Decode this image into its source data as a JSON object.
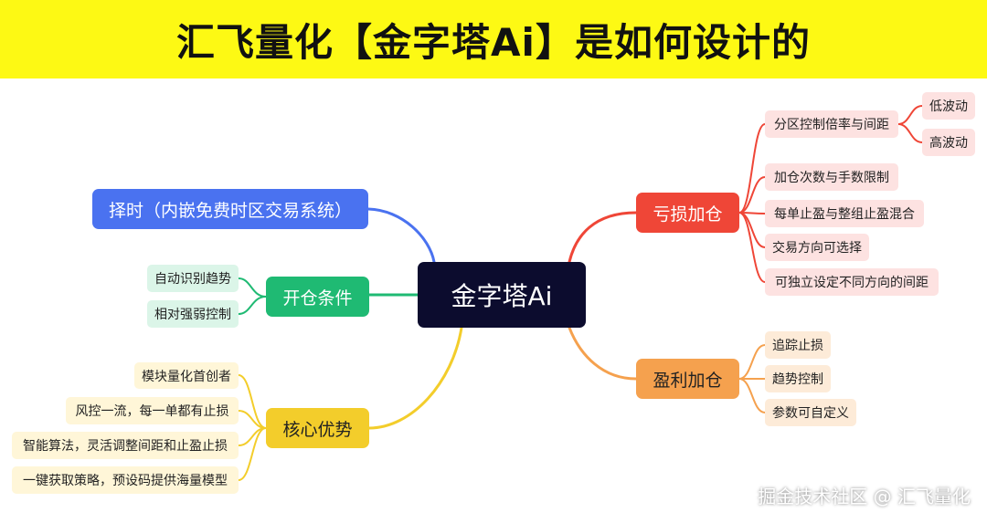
{
  "title": "汇飞量化【金字塔Ai】是如何设计的",
  "center": "金字塔Ai",
  "branches": {
    "timing": {
      "label": "择时（内嵌免费时区交易系统）"
    },
    "open": {
      "label": "开仓条件",
      "children": [
        "自动识别趋势",
        "相对强弱控制"
      ]
    },
    "core": {
      "label": "核心优势",
      "children": [
        "模块量化首创者",
        "风控一流，每一单都有止损",
        "智能算法，灵活调整间距和止盈止损",
        "一键获取策略，预设码提供海量模型"
      ]
    },
    "loss": {
      "label": "亏损加仓",
      "children": [
        "分区控制倍率与间距",
        "加仓次数与手数限制",
        "每单止盈与整组止盈混合",
        "交易方向可选择",
        "可独立设定不同方向的间距"
      ],
      "sub": [
        "低波动",
        "高波动"
      ]
    },
    "profit": {
      "label": "盈利加仓",
      "children": [
        "追踪止损",
        "趋势控制",
        "参数可自定义"
      ]
    }
  },
  "watermark": "掘金技术社区 @ 汇飞量化",
  "colors": {
    "banner": "#fdf914",
    "center": "#0c0c2e",
    "blue": "#4a72f0",
    "green": "#1fba73",
    "yellow": "#f3cd2b",
    "red": "#ef4637",
    "orange": "#f5a14e"
  }
}
